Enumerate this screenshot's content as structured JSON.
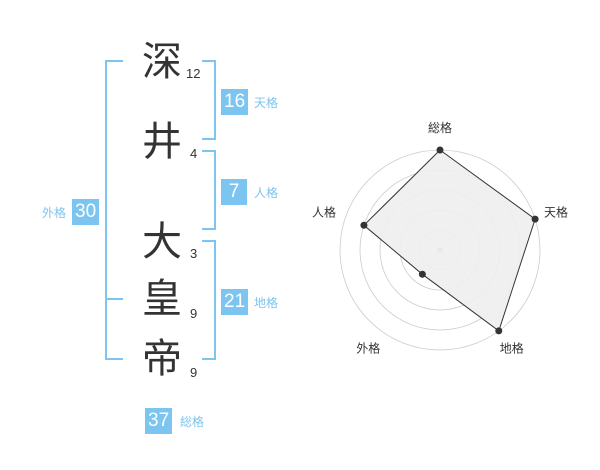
{
  "name": {
    "chars": [
      {
        "char": "深",
        "strokes": "12"
      },
      {
        "char": "井",
        "strokes": "4"
      },
      {
        "char": "大",
        "strokes": "3"
      },
      {
        "char": "皇",
        "strokes": "9"
      },
      {
        "char": "帝",
        "strokes": "9"
      }
    ]
  },
  "fortune": {
    "tenkaku": {
      "value": "16",
      "label": "天格"
    },
    "jinkaku": {
      "value": "7",
      "label": "人格"
    },
    "chikaku": {
      "value": "21",
      "label": "地格"
    },
    "gaikaku": {
      "value": "30",
      "label": "外格"
    },
    "soukaku": {
      "value": "37",
      "label": "総格"
    }
  },
  "colors": {
    "accent": "#7cc5f0",
    "text": "#333333",
    "radar_fill": "#eeeeee",
    "radar_grid": "#cccccc"
  },
  "chart_data": {
    "type": "radar",
    "axes": [
      "総格",
      "天格",
      "地格",
      "外格",
      "人格"
    ],
    "values": [
      5,
      5,
      5,
      1.5,
      4
    ],
    "max": 5,
    "rings": 5
  }
}
